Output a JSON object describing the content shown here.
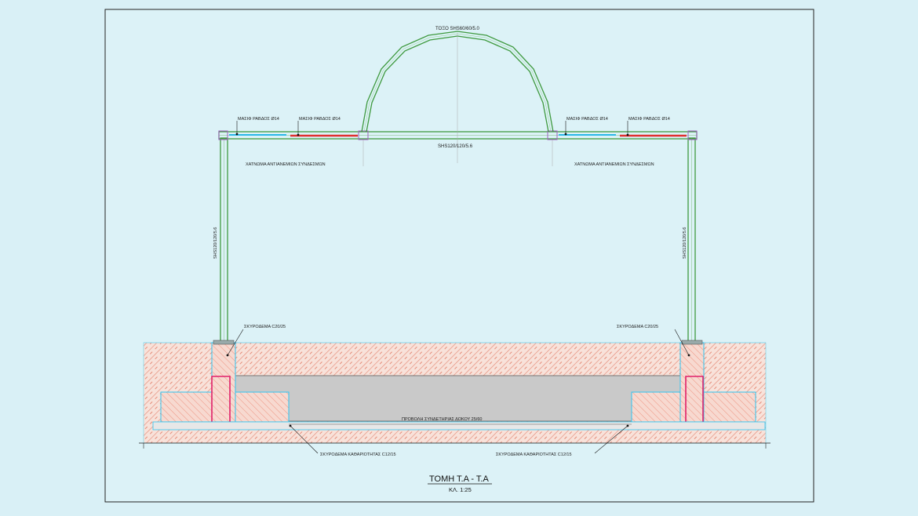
{
  "labels": {
    "tube": "ΤΟΞΟ SHS60/60/5.0",
    "rod_1": "ΜΑΣΙΦ ΡΑΒΔΟΣ Ø14",
    "rod_2": "ΜΑΣΙΦ ΡΑΒΔΟΣ Ø14",
    "rod_3": "ΜΑΣΙΦ ΡΑΒΔΟΣ Ø14",
    "rod_4": "ΜΑΣΙΦ ΡΑΒΔΟΣ Ø14",
    "beam": "SHS120/120/5.6",
    "wind_left": "ΧΑΤΝΩΜΑ ΑΝΤΙΑΝΕΜΙΩΝ ΣΥΝΔΕΣΜΩΝ",
    "wind_right": "ΧΑΤΝΩΜΑ ΑΝΤΙΑΝΕΜΙΩΝ ΣΥΝΔΕΣΜΩΝ",
    "column_left": "SHS120/120/5.6",
    "column_right": "SHS120/120/5.6",
    "concrete_left": "ΣΚΥΡΟΔΕΜΑ C20/25",
    "concrete_right": "ΣΚΥΡΟΔΕΜΑ C20/25",
    "tie_beam": "ΠΡΟΒΟΛΗ ΣΥΝΔΕΤΗΡΙΑΣ ΔΟΚΟΥ 25/60",
    "lean_left": "ΣΚΥΡΟΔΕΜΑ ΚΑΘΑΡΙΟΤΗΤΑΣ C12/15",
    "lean_right": "ΣΚΥΡΟΔΕΜΑ ΚΑΘΑΡΙΟΤΗΤΑΣ C12/15"
  },
  "title": {
    "section": "ΤΟΜΗ Τ.Α - Τ.Α",
    "scale": "ΚΛ. 1:25"
  },
  "colors": {
    "background": "#d9f0f6",
    "steel": "#3f9a3f",
    "rod": "#e03030",
    "hatch": "#e58b78",
    "concrete_fill": "#c7c7c7",
    "outline": "#4fd0ff"
  }
}
